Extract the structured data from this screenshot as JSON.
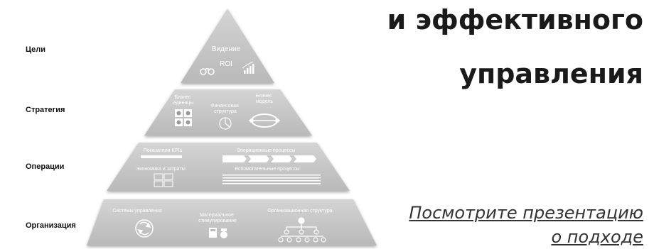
{
  "side_labels": {
    "goals": "Цели",
    "strategy": "Стратегия",
    "operations": "Операции",
    "organization": "Организация"
  },
  "pyramid": {
    "top": {
      "vision": "Видение",
      "roi": "ROI"
    },
    "strategy": {
      "business_units": [
        "Бизнес",
        "единицы"
      ],
      "financial_structure": [
        "Финансовая",
        "структура"
      ],
      "business_model": [
        "Бизнес",
        "модель"
      ]
    },
    "operations": {
      "kpis": "Показатели KPIs",
      "economics": "Экономика и затраты",
      "operational_processes": "Операционные процессы",
      "support_processes": "Вспомогательные процессы"
    },
    "organization": {
      "management_systems": "Системы управления",
      "incentives": [
        "Материальное",
        "стимулирование"
      ],
      "org_structure": "Организационная структура"
    }
  },
  "heading": {
    "line1": "и эффективного",
    "line2": "управления"
  },
  "link": {
    "line1": "Посмотрите презентацию",
    "line2": "о подходе"
  }
}
